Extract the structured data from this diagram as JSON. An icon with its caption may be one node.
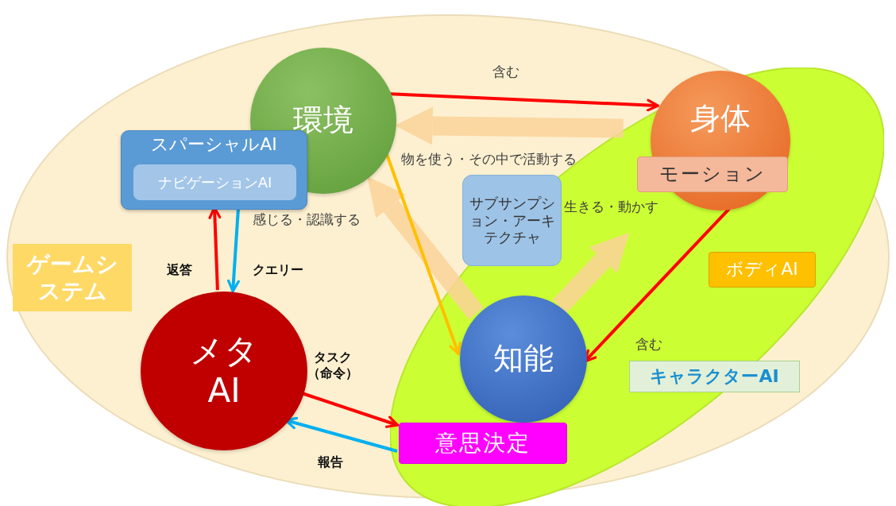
{
  "diagram": {
    "nodes": [
      {
        "text": [],
        "shape": "ellipse"
      },
      {
        "text": [
          "環境"
        ],
        "in": 0
      },
      {
        "text": [
          "スパーシャルAI"
        ],
        "in": 0
      },
      {
        "text": [
          "ナビゲーションAI"
        ],
        "in": 2
      },
      {
        "text": [],
        "shape": "ellipse",
        "in": 0
      },
      {
        "text": [
          "身体"
        ],
        "in": 4
      },
      {
        "text": [
          "モーション"
        ],
        "in": 4
      },
      {
        "text": [
          "サブサンプション・アーキテクチャ"
        ],
        "in": 4
      },
      {
        "text": [
          "ゲームシステム"
        ],
        "in": 0
      },
      {
        "text": [
          "ボディAI"
        ],
        "in": 4
      },
      {
        "text": [
          "知能"
        ],
        "in": 4
      },
      {
        "text": [
          "キャラクターAI"
        ],
        "in": 4
      },
      {
        "text": [
          "メタAI"
        ],
        "in": 0
      },
      {
        "text": [
          "意思決定"
        ],
        "in": 4
      }
    ],
    "edges": [
      {
        "from": 1,
        "to": 5,
        "arrow": "to",
        "label": "含む"
      },
      {
        "from": 5,
        "to": 10,
        "arrow": "to",
        "label": "含む"
      },
      {
        "from": 10,
        "to": 1,
        "arrow": "to",
        "label": "感じる・認識する",
        "style": "thick",
        "color": "#fbd39a"
      },
      {
        "from": 4,
        "to": 1,
        "arrow": "to",
        "label": "物を使う・その中で活動する",
        "style": "thick",
        "color": "#fbd39a"
      },
      {
        "from": 10,
        "to": 5,
        "arrow": "to",
        "label": "生きる・動かす",
        "style": "thick",
        "color": "#fbd39a"
      },
      {
        "from": 1,
        "to": 10,
        "arrow": "to",
        "color": "#ffc000"
      },
      {
        "from": 12,
        "to": 2,
        "arrow": "to",
        "label": "返答"
      },
      {
        "from": 2,
        "to": 12,
        "arrow": "to",
        "label": "クエリー",
        "color": "#00b0f0"
      },
      {
        "from": 12,
        "to": 13,
        "arrow": "to",
        "label": "タスク（命令）"
      },
      {
        "from": 13,
        "to": 12,
        "arrow": "to",
        "label": "報告",
        "color": "#00b0f0"
      }
    ]
  }
}
